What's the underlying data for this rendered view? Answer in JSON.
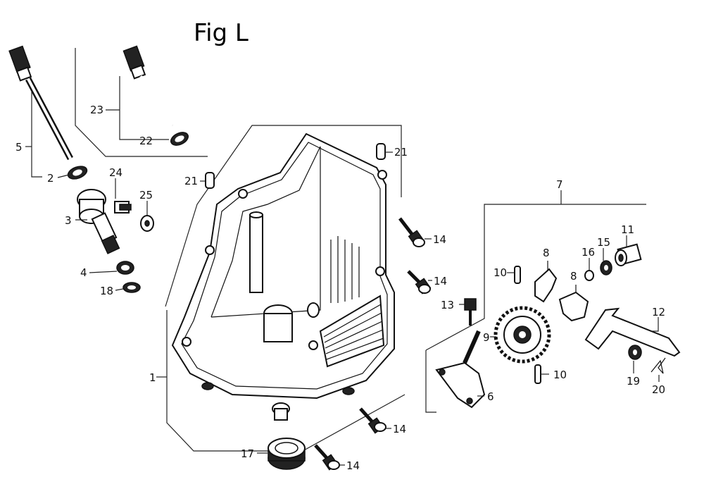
{
  "figure": {
    "title": "Fig L"
  },
  "callouts": [
    "1",
    "2",
    "3",
    "4",
    "5",
    "6",
    "7",
    "8",
    "8",
    "9",
    "10",
    "10",
    "11",
    "12",
    "13",
    "14",
    "14",
    "14",
    "14",
    "15",
    "16",
    "17",
    "18",
    "19",
    "20",
    "21",
    "21",
    "22",
    "23",
    "24",
    "25"
  ]
}
